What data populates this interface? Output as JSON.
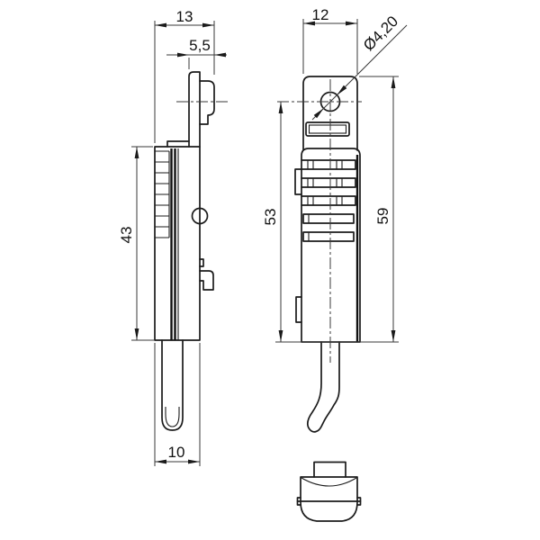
{
  "drawing": {
    "type": "technical-drawing",
    "background": "#ffffff",
    "line_color": "#1b1b1b"
  },
  "dims": {
    "side_top_width": "13",
    "side_hook_width": "5,5",
    "side_body_height": "43",
    "side_bottom_width": "10",
    "front_tab_width": "12",
    "hole_diameter": "Ø4,20",
    "front_hole_to_bottom": "53",
    "front_total_height": "59"
  }
}
